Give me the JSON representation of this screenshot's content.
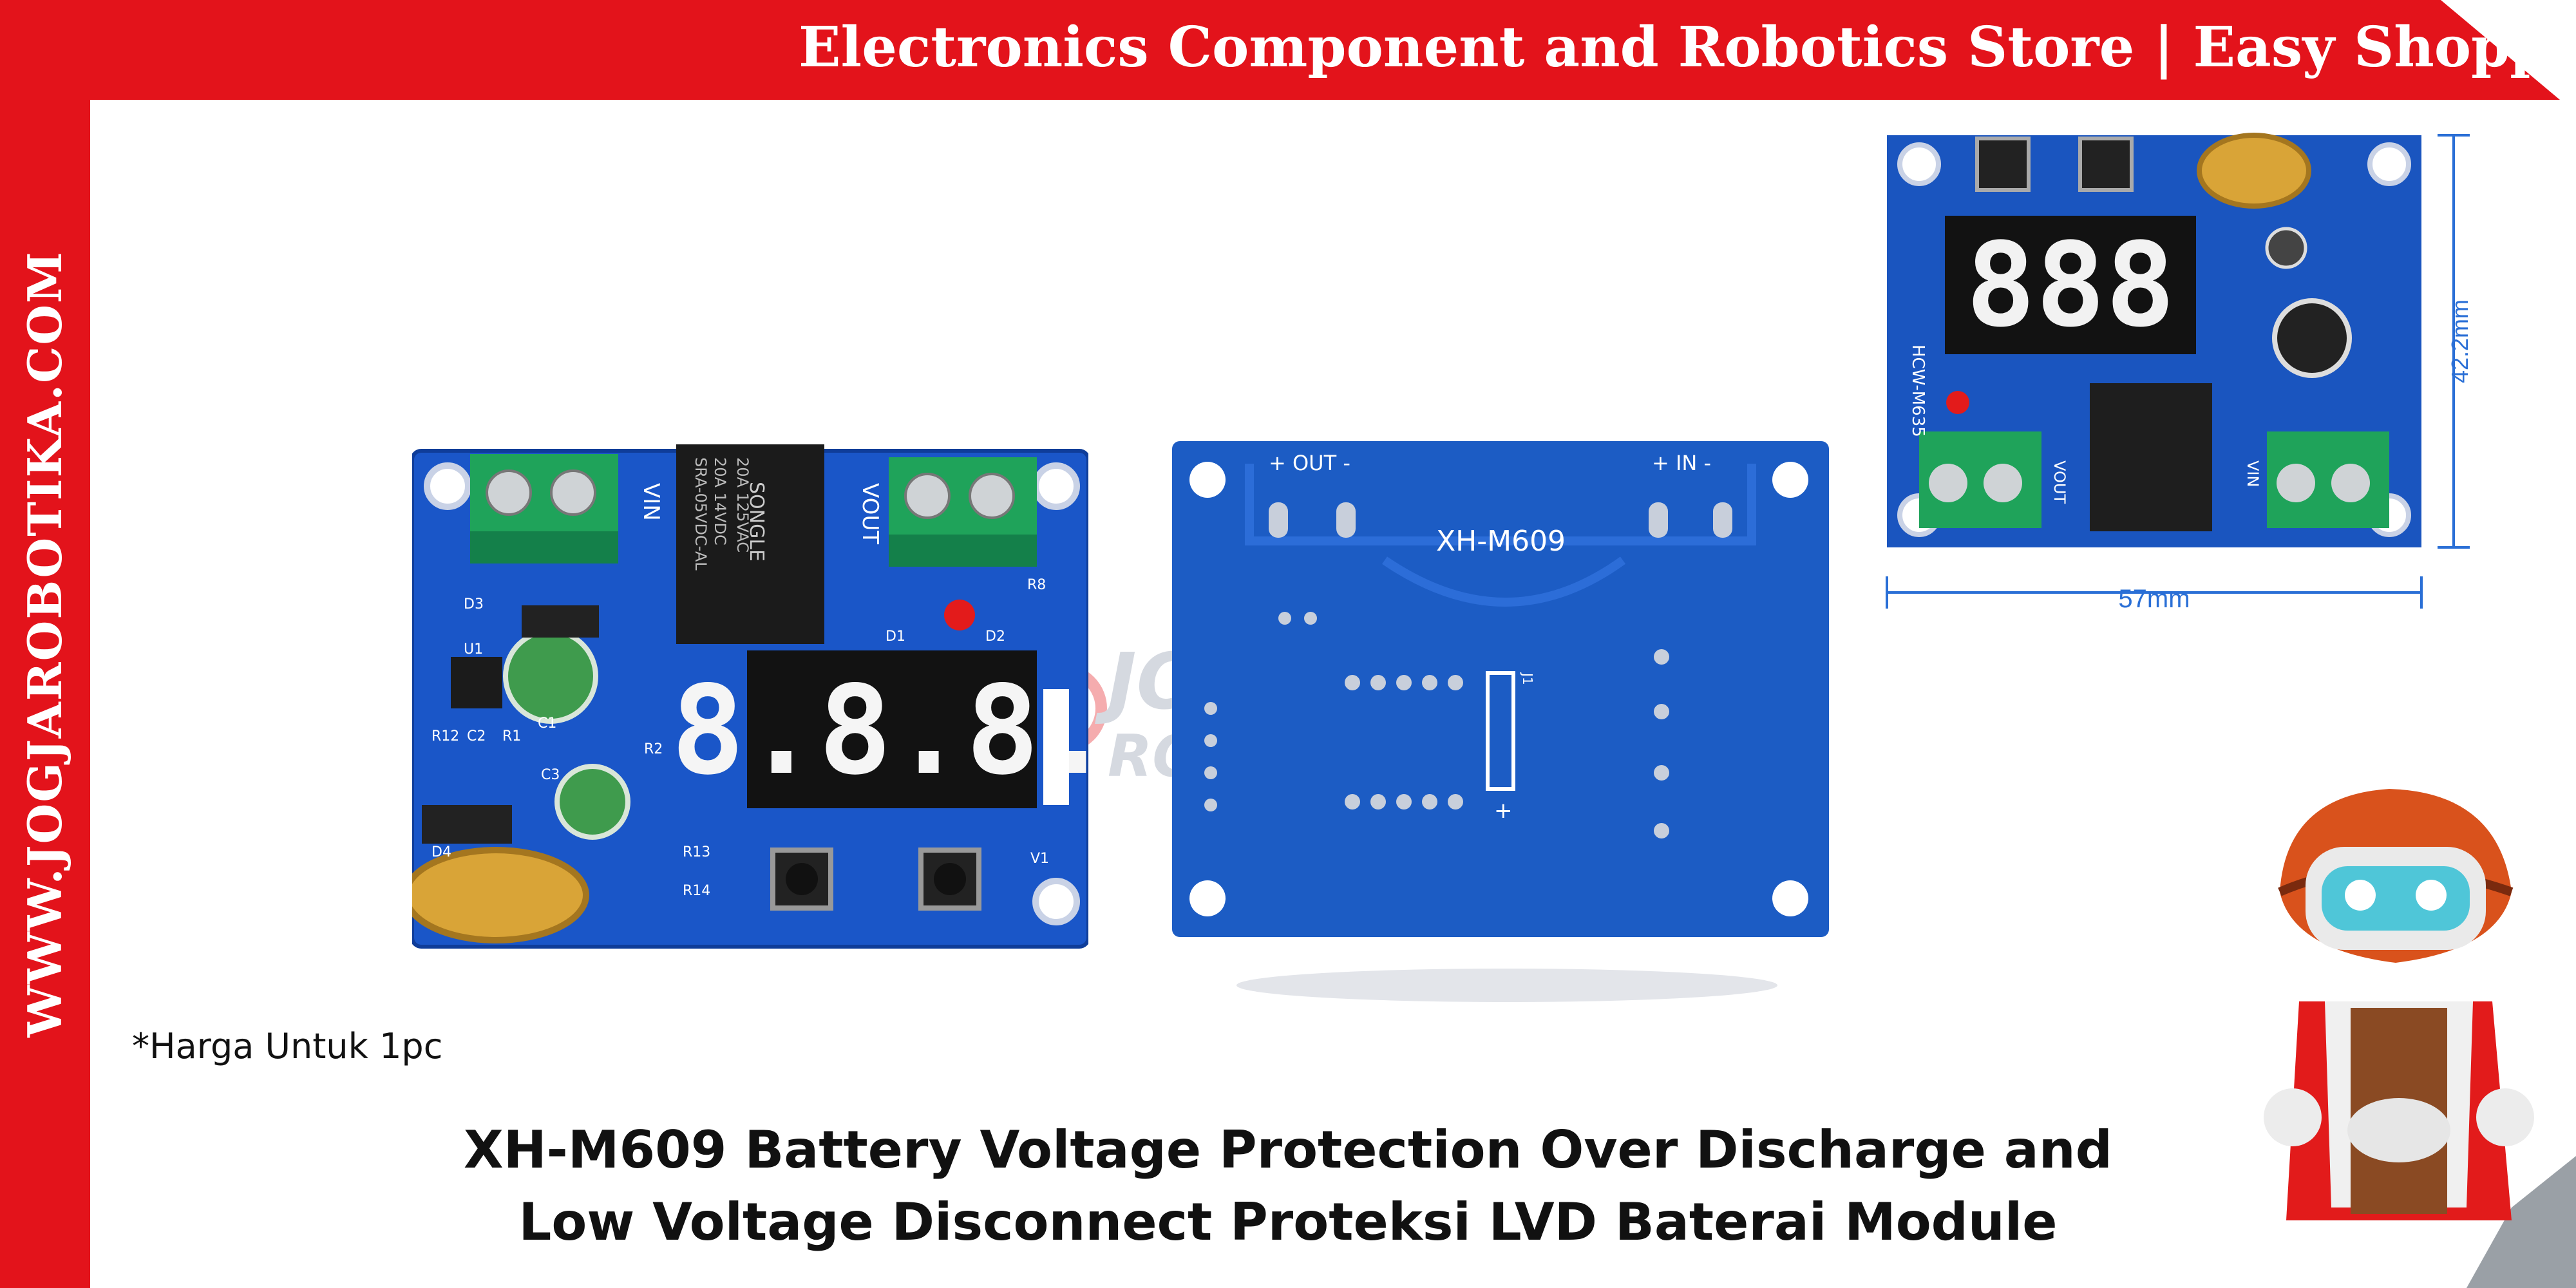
{
  "header": {
    "title": "Electronics Component and Robotics Store | Easy Shopping"
  },
  "sidebar": {
    "website": "WWW.JOGJAROBOTIKA.COM"
  },
  "note": "*Harga Untuk 1pc",
  "product": {
    "title_line1": "XH-M609 Battery Voltage Protection Over Discharge and",
    "title_line2": "Low Voltage Disconnect Proteksi LVD Baterai Module"
  },
  "pcb_front": {
    "relay_brand": "SONGLE",
    "relay_line1": "20A 14VDC",
    "relay_line2": "20A 125VAC",
    "relay_model": "SRA-05VDC-AL",
    "label_in": "VIN",
    "label_out": "VOUT",
    "display": "8.8.8.",
    "labels": [
      "D3",
      "U1",
      "R12",
      "C2",
      "R1",
      "C1",
      "R2",
      "C3",
      "D4",
      "R13",
      "R14",
      "D1",
      "D2",
      "R8",
      "V1"
    ]
  },
  "pcb_back": {
    "label_out": "+ OUT -",
    "label_in": "+ IN -",
    "model": "XH-M609",
    "plus_mark": "+",
    "connector_label": "J1"
  },
  "pcb_dim": {
    "model": "HCW-M635",
    "width_label": "57mm",
    "height_label": "42.2mm",
    "display": "888",
    "label_in": "VIN",
    "label_out": "VOUT"
  },
  "watermark": {
    "line1": "JOGJA",
    "line2": "ROBOTIKA"
  },
  "colors": {
    "brand_red": "#e3131b",
    "pcb_blue": "#1a56c8",
    "terminal_green": "#1fa35a",
    "dimension_blue": "#2a6fd6"
  }
}
